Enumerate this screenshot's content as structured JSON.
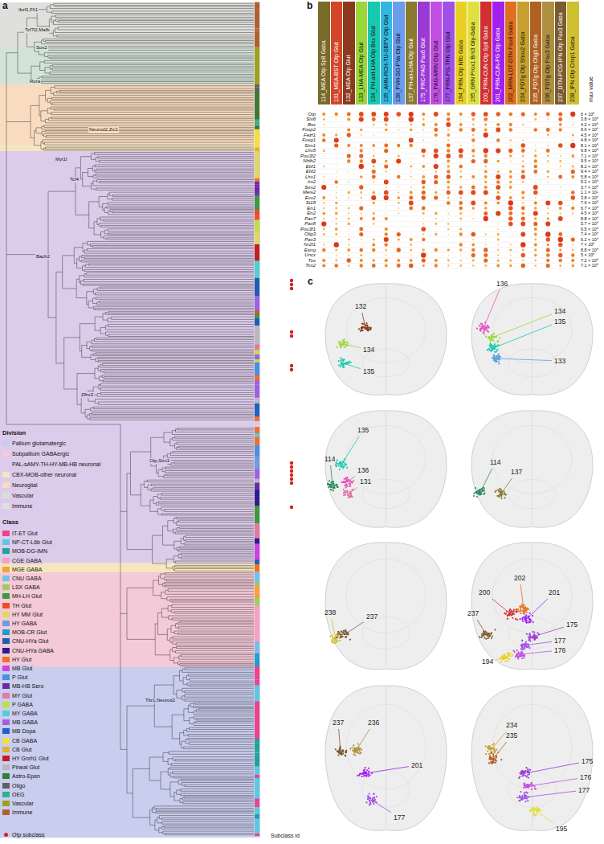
{
  "diagram": {
    "nodes": [
      {
        "text": [
          "114_MEA Otp Sp8 Gaba"
        ]
      },
      {
        "text": [
          "131_MEA-BST Otp Glut"
        ]
      },
      {
        "text": [
          "132_MEA Otp Glut"
        ]
      },
      {
        "text": [
          "133_LHA-MEA Otp Glut"
        ]
      },
      {
        "text": [
          "134_PH-ant-LHA Otp Bsx Glut"
        ]
      },
      {
        "text": [
          "135_AHN-RCH-TU-SBPV Otp Glut"
        ]
      },
      {
        "text": [
          "136_PVH-SO-PVa Otp Glut"
        ]
      },
      {
        "text": [
          "137_PH-an-LHA Otp Glut"
        ]
      },
      {
        "text": [
          "175_PRC-PAG Pax6 Glut"
        ]
      },
      {
        "text": [
          "176_PAG-MRN Otp Glut"
        ]
      },
      {
        "text": [
          "177_PRN-PG-TRN Otp Glut"
        ]
      },
      {
        "text": [
          "194_PRN Otp Nfib Gaba"
        ]
      },
      {
        "text": [
          "195_GRN Prox1 Brs3 Gly-Gaba"
        ]
      },
      {
        "text": [
          "200_PRN-CUN Otp Sp8 Gaba"
        ]
      },
      {
        "text": [
          "201_PRN-CUN-PG Otp Gaba"
        ]
      },
      {
        "text": [
          "202_MRN-LDT-DTN Pax8 Gaba"
        ]
      },
      {
        "text": [
          "234_PDTg Otp Shox2 Gaba"
        ]
      },
      {
        "text": [
          "235_PDTg Otp Olig3 Gaba"
        ]
      },
      {
        "text": [
          "236_PDTg Otp Pax3 Gaba"
        ]
      },
      {
        "text": [
          "237_DTN-PCG-IPN Otp Pax3 Gaba"
        ]
      },
      {
        "text": [
          "238_IPN Otp Crisp1 Gaba"
        ]
      }
    ],
    "labels": [
      "a",
      "b",
      "c",
      "Division",
      "Class",
      "Subclass id",
      "max value",
      "Otp",
      "Six6",
      "Bsx",
      "Foxp2",
      "Fezf1",
      "Foxg1",
      "Sim1",
      "Lhx5",
      "Pou3f2",
      "Nhlh2",
      "Ebf1",
      "Ebf2",
      "Lhx1",
      "Irx2",
      "Sim2",
      "Meis2",
      "Evx2",
      "St18",
      "En1",
      "En2",
      "Pax7",
      "Pax8",
      "Pou3f1",
      "Olig3",
      "Pax3",
      "Nr2f1",
      "Esrrg",
      "Uncx",
      "Tox",
      "Tox2",
      "6 × 10⁰",
      "3.8 × 10⁰",
      "4.2 × 10⁰",
      "9.6 × 10⁰",
      "4.5 × 10⁰",
      "4.8 × 10⁰",
      "8.1 × 10⁰",
      "6.8 × 10⁰",
      "7.1 × 10⁰",
      "9.5 × 10⁰",
      "8.2 × 10⁰",
      "9.4 × 10⁰",
      "5.8 × 10⁰",
      "5.2 × 10⁰",
      "3.7 × 10⁰",
      "1.1 × 10¹",
      "3.8 × 10⁰",
      "7.6 × 10⁰",
      "6.7 × 10⁰",
      "4.5 × 10⁰",
      "8.8 × 10⁰",
      "5.7 × 10⁰",
      "6.5 × 10⁰",
      "7.4 × 10⁰",
      "6.2 × 10⁰",
      "7 × 10⁰",
      "8.8 × 10⁰",
      "5 × 10⁰",
      "7.2 × 10⁰",
      "7.1 × 10⁰",
      "132",
      "134",
      "135",
      "136",
      "134",
      "135",
      "133",
      "135",
      "114",
      "136",
      "131",
      "114",
      "137",
      "238",
      "237",
      "202",
      "200",
      "201",
      "237",
      "175",
      "177",
      "176",
      "194",
      "237",
      "236",
      "201",
      "177",
      "234",
      "235",
      "175",
      "176",
      "177",
      "195",
      "Ikzf1,Fli1",
      "Tcf7l2,Mafb",
      "Sox2",
      "Rora",
      "Neurod2,Zic1",
      "Myt1l",
      "Tcf4",
      "Bach2",
      "Zfhx3",
      "Otp,Sim1",
      "Tbr1,Neurod2"
    ],
    "legend": [
      {
        "text": "Pallium glutamatergic",
        "color": "#c9cdee"
      },
      {
        "text": "Subpallium GABAergic",
        "color": "#f4c9d8"
      },
      {
        "text": "PAL-sAMY-TH-HY-MB-HB neuronal",
        "color": "#dccbea"
      },
      {
        "text": "CBX-MOB-other neuronal",
        "color": "#f6e6bf"
      },
      {
        "text": "Neuroglial",
        "color": "#f9dcc0"
      },
      {
        "text": "Vascular",
        "color": "#d4e3d8"
      },
      {
        "text": "Immune",
        "color": "#dfe0dd"
      },
      {
        "text": "IT-ET Glut",
        "color": "#f0428a"
      },
      {
        "text": "NP-CT-L6b Glut",
        "color": "#5dc8e0"
      },
      {
        "text": "MOB-DG-IMN",
        "color": "#1fa39a"
      },
      {
        "text": "CGE GABA",
        "color": "#f5a0c8"
      },
      {
        "text": "MGE GABA",
        "color": "#f4a23a"
      },
      {
        "text": "CNU GABA",
        "color": "#6fc3e6"
      },
      {
        "text": "LSX GABA",
        "color": "#9bcf5a"
      },
      {
        "text": "MH-LH Glut",
        "color": "#3c9b3c"
      },
      {
        "text": "TH Glut",
        "color": "#f04a2a"
      },
      {
        "text": "HY MM Glut",
        "color": "#e0d860"
      },
      {
        "text": "HY GABA",
        "color": "#6a9ee0"
      },
      {
        "text": "MOB-CR Glut",
        "color": "#18a0d0"
      },
      {
        "text": "CNU-HYa Glut",
        "color": "#1c5fb0"
      },
      {
        "text": "CNU-HYa GABA",
        "color": "#2a1e8c"
      },
      {
        "text": "HY Glut",
        "color": "#f07028"
      },
      {
        "text": "MB Glut",
        "color": "#d040e0"
      },
      {
        "text": "P Glut",
        "color": "#4a90e0"
      },
      {
        "text": "MB-HB Sero",
        "color": "#6a2aa8"
      },
      {
        "text": "MY Glut",
        "color": "#e07aa0"
      },
      {
        "text": "P GABA",
        "color": "#c0e040"
      },
      {
        "text": "MY GABA",
        "color": "#50d0d0"
      },
      {
        "text": "MB GABA",
        "color": "#a060e0"
      },
      {
        "text": "MB Dopa",
        "color": "#2060c0"
      },
      {
        "text": "CB GABA",
        "color": "#f0e040"
      },
      {
        "text": "CB Glut",
        "color": "#e0b030"
      },
      {
        "text": "HY Gnrh1 Glut",
        "color": "#c02020"
      },
      {
        "text": "Pineal Glut",
        "color": "#b8b8b8"
      },
      {
        "text": "Astro-Epen",
        "color": "#3a7a3a"
      },
      {
        "text": "Oligo",
        "color": "#606060"
      },
      {
        "text": "OEG",
        "color": "#30b090"
      },
      {
        "text": "Vascular",
        "color": "#a0a020"
      },
      {
        "text": "Immune",
        "color": "#b06030"
      },
      {
        "text": "Otp subclass"
      }
    ]
  }
}
